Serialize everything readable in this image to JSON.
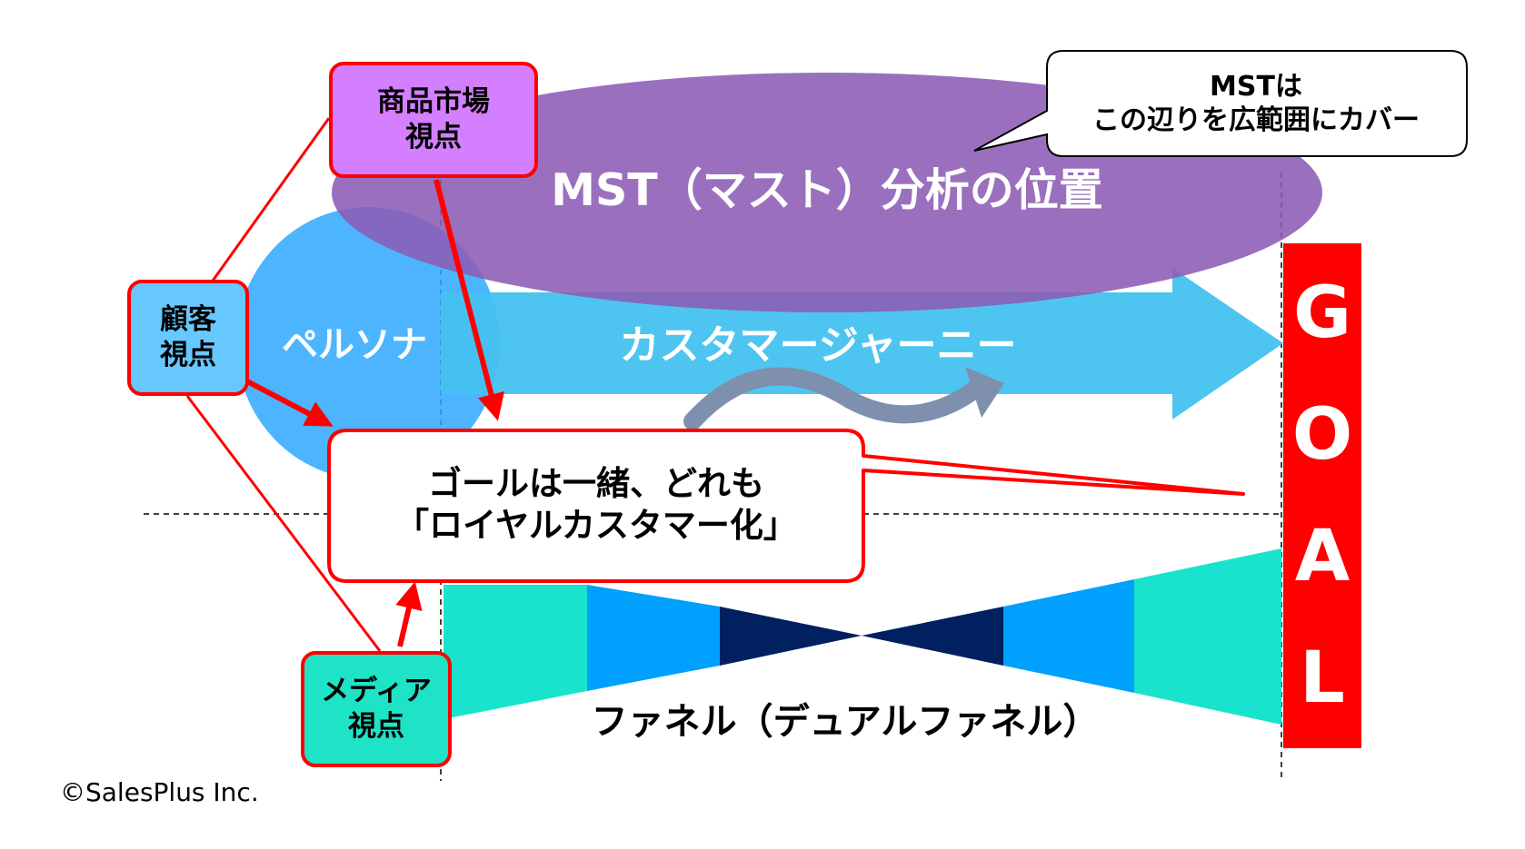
{
  "colors": {
    "mst_ellipse": "#8c5cb5",
    "persona_blob": "#2ea8ff",
    "journey_arrow": "#45c2f0",
    "funnel_outer": "#19e3cd",
    "funnel_middle": "#00a0ff",
    "funnel_inner": "#002060",
    "goal_bar": "#ff0000",
    "callout_border": "#ff0000",
    "connector": "#ff0000",
    "curved_arrow": "#7f8fae",
    "product_box_fill": "#d47fff",
    "customer_box_fill": "#66c8ff",
    "media_box_fill": "#1ee3c7"
  },
  "labels": {
    "product_view": "商品市場\n視点",
    "customer_view": "顧客\n視点",
    "media_view": "メディア\n視点",
    "mst_speech": "MSTは\nこの辺りを広範囲にカバー",
    "mst_title": "MST（マスト）分析の位置",
    "persona": "ペルソナ",
    "journey": "カスタマージャーニー",
    "goal_callout": "ゴールは一緒、どれも\n「ロイヤルカスタマー化」",
    "funnel": "ファネル（デュアルファネル）",
    "goal": "G\nO\nA\nL",
    "copyright": "©SalesPlus Inc."
  }
}
